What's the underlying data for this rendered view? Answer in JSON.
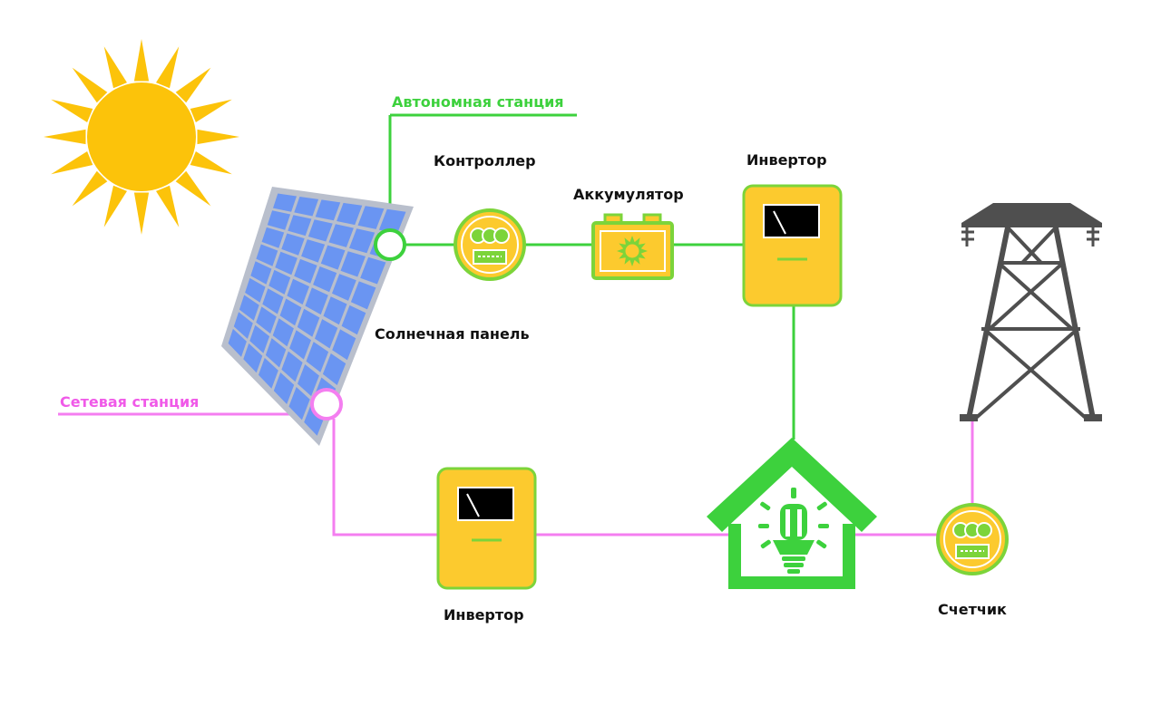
{
  "labels": {
    "autonomous_station": "Автономная станция",
    "grid_station": "Сетевая станция",
    "controller": "Контроллер",
    "battery": "Аккумулятор",
    "inverter_top": "Инвертор",
    "inverter_bottom": "Инвертор",
    "solar_panel": "Солнечная панель",
    "meter": "Счетчик"
  },
  "colors": {
    "autonomous_line": "#3dd13d",
    "grid_line": "#f47ef0",
    "device_fill": "#fcca2e",
    "device_stroke": "#7cd43a",
    "sun": "#fcc30a",
    "panel_cells": "#6a95f2",
    "panel_frame": "#b9bfcc",
    "tower": "#4f4f4f",
    "house": "#3dd13d"
  },
  "icons": [
    "sun-icon",
    "solar-panel-icon",
    "controller-icon",
    "battery-icon",
    "inverter-icon",
    "house-icon",
    "lamp-icon",
    "meter-icon",
    "power-tower-icon"
  ]
}
